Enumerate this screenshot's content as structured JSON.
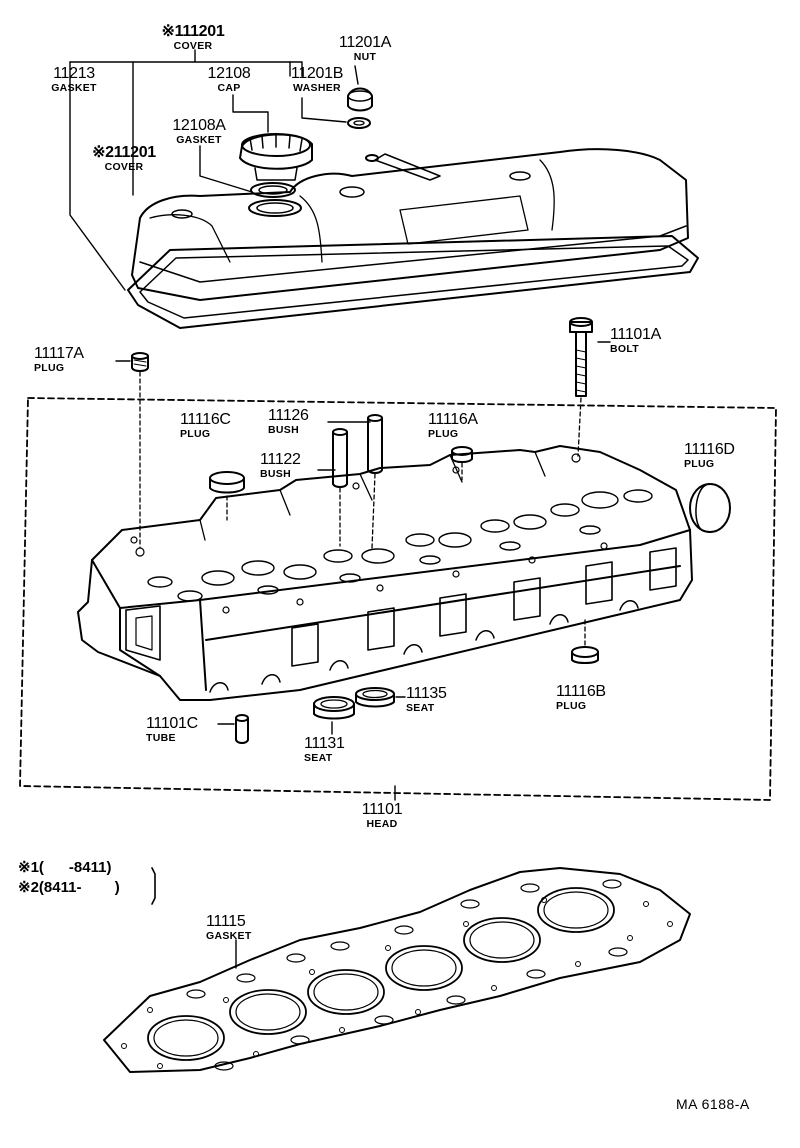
{
  "parts": [
    {
      "id": "p1",
      "number": "※111201",
      "name": "COVER"
    },
    {
      "id": "p2",
      "number": "11201A",
      "name": "NUT"
    },
    {
      "id": "p3",
      "number": "11213",
      "name": "GASKET"
    },
    {
      "id": "p4",
      "number": "12108",
      "name": "CAP"
    },
    {
      "id": "p5",
      "number": "11201B",
      "name": "WASHER"
    },
    {
      "id": "p6",
      "number": "12108A",
      "name": "GASKET"
    },
    {
      "id": "p7",
      "number": "※211201",
      "name": "COVER"
    },
    {
      "id": "p8",
      "number": "11117A",
      "name": "PLUG"
    },
    {
      "id": "p9",
      "number": "11101A",
      "name": "BOLT"
    },
    {
      "id": "p10",
      "number": "11116C",
      "name": "PLUG"
    },
    {
      "id": "p11",
      "number": "11126",
      "name": "BUSH"
    },
    {
      "id": "p12",
      "number": "11116A",
      "name": "PLUG"
    },
    {
      "id": "p13",
      "number": "11122",
      "name": "BUSH"
    },
    {
      "id": "p14",
      "number": "11116D",
      "name": "PLUG"
    },
    {
      "id": "p15",
      "number": "11135",
      "name": "SEAT"
    },
    {
      "id": "p16",
      "number": "11116B",
      "name": "PLUG"
    },
    {
      "id": "p17",
      "number": "11101C",
      "name": "TUBE"
    },
    {
      "id": "p18",
      "number": "11131",
      "name": "SEAT"
    },
    {
      "id": "p19",
      "number": "11101",
      "name": "HEAD"
    },
    {
      "id": "p20",
      "number": "11115",
      "name": "GASKET"
    }
  ],
  "legend": {
    "line1": "※1(      -8411)",
    "line2": "※2(8411-        )"
  },
  "reference": "MA  6188-A"
}
